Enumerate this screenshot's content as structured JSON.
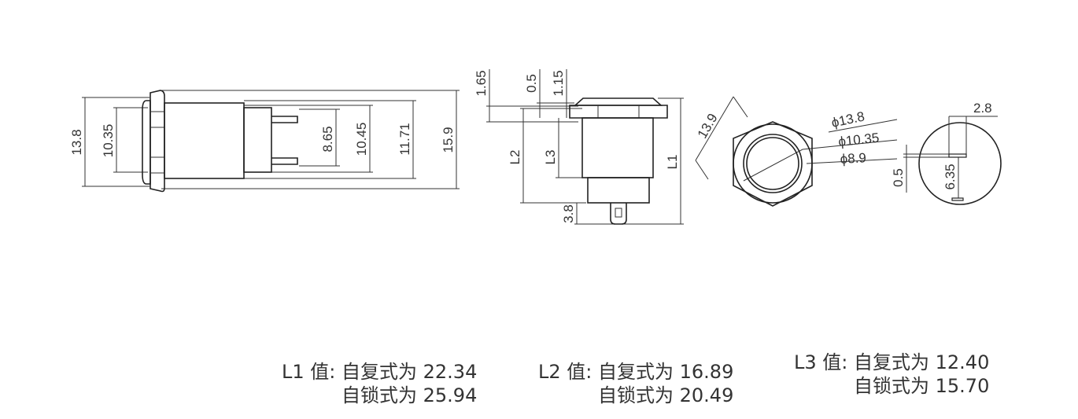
{
  "side_view": {
    "dims": [
      "13.8",
      "10.35",
      "8.65",
      "10.45",
      "11.71",
      "15.9"
    ]
  },
  "front_view": {
    "dims": [
      "1.65",
      "0.5",
      "1.15",
      "L2",
      "L3",
      "L1",
      "3.8"
    ]
  },
  "top_view": {
    "dims": [
      "13.9",
      "ϕ13.8",
      "ϕ10.35",
      "ϕ8.9"
    ]
  },
  "pin_view": {
    "dims": [
      "2.8",
      "0.5",
      "6.35"
    ]
  },
  "notes": [
    {
      "label": "L1 值:",
      "lines": [
        "自复式为 22.34",
        "自锁式为 25.94"
      ]
    },
    {
      "label": "L2 值:",
      "lines": [
        "自复式为 16.89",
        "自锁式为 20.49"
      ]
    },
    {
      "label": "L3 值:",
      "lines": [
        "自复式为 12.40",
        "自锁式为 15.70"
      ]
    }
  ]
}
